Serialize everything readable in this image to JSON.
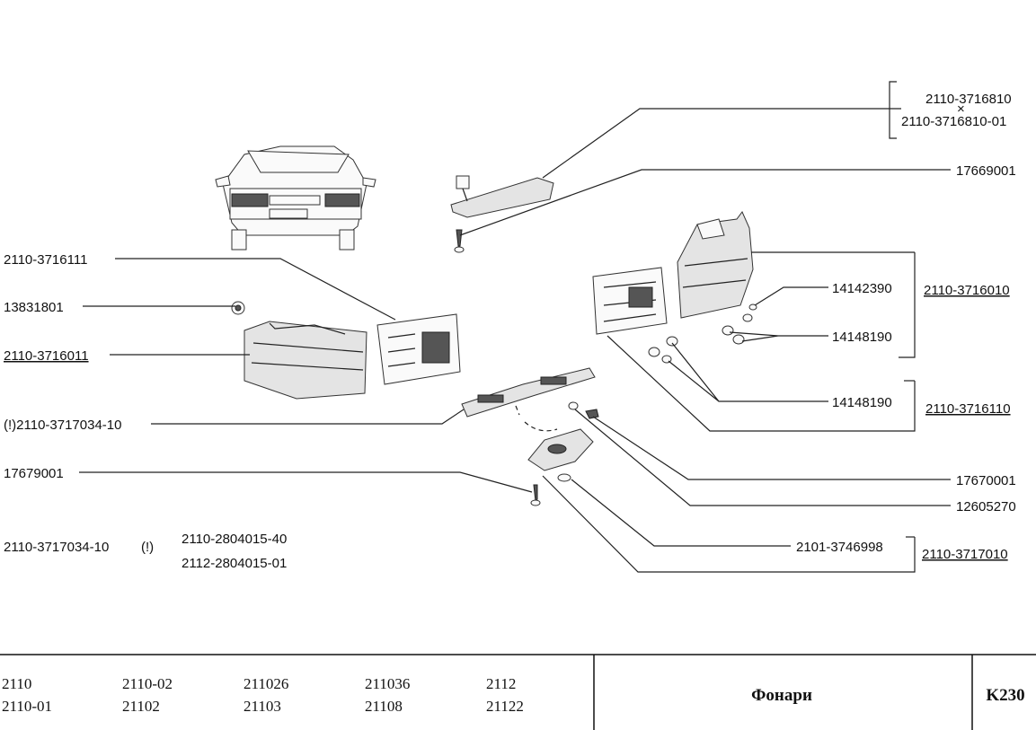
{
  "callouts": {
    "hmsl_a": "2110-3716810",
    "hmsl_sep": "×",
    "hmsl_b": "2110-3716810-01",
    "screw_top": "17669001",
    "left_outer_lamp": "2110-3716111",
    "nut_left": "13831801",
    "left_lamp_asm": "2110-3716011",
    "plate_lamp_body": "(!)2110-3717034-10",
    "screw_bottom": "17679001",
    "bulb_a": "14142390",
    "right_lamp_asm": "2110-3716010",
    "bulb_b": "14148190",
    "bulb_c": "14148190",
    "right_inner_asm": "2110-3716110",
    "washer": "17670001",
    "screw_small": "12605270",
    "plate_bulb": "2101-3746998",
    "plate_lamp_asm": "2110-3717010"
  },
  "note": {
    "left": "2110-3717034-10",
    "mark": "(!)",
    "line1": "2110-2804015-40",
    "line2": "2112-2804015-01"
  },
  "footer": {
    "models": [
      [
        "2110",
        "2110-02",
        "211026",
        "211036",
        "2112"
      ],
      [
        "2110-01",
        "21102",
        "21103",
        "21108",
        "21122"
      ]
    ],
    "title": "Фонари",
    "code": "K230"
  }
}
